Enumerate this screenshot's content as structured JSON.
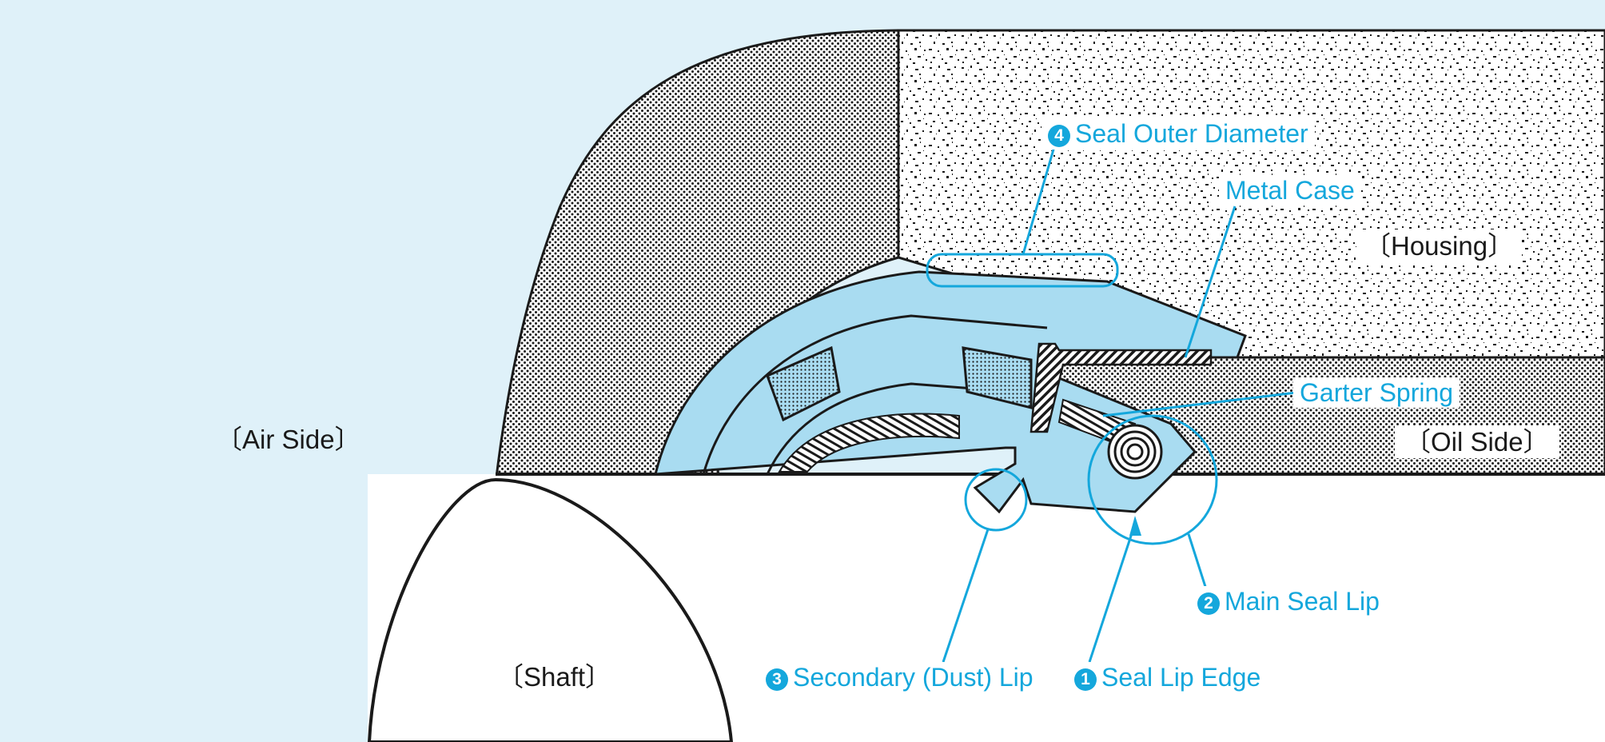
{
  "colors": {
    "background": "#dff1f9",
    "accent": "#14a7dc",
    "seal_fill": "#a9dcf1",
    "outline": "#1a1a1a"
  },
  "regions": {
    "air_side": "〔Air Side〕",
    "oil_side": "〔Oil Side〕",
    "housing": "〔Housing〕",
    "shaft": "〔Shaft〕"
  },
  "callouts": {
    "seal_outer_diameter": {
      "number": "4",
      "text": "Seal Outer Diameter"
    },
    "metal_case": {
      "text": "Metal Case"
    },
    "garter_spring": {
      "text": "Garter Spring"
    },
    "main_seal_lip": {
      "number": "2",
      "text": "Main Seal Lip"
    },
    "secondary_lip": {
      "number": "3",
      "text": "Secondary (Dust) Lip"
    },
    "seal_lip_edge": {
      "number": "1",
      "text": "Seal Lip Edge"
    }
  }
}
